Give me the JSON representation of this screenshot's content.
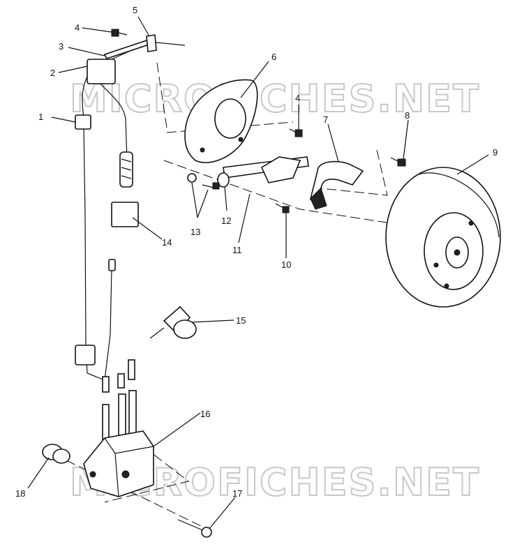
{
  "watermark": "MICROFICHES.NET",
  "callouts": [
    "1",
    "2",
    "3",
    "4",
    "5",
    "6",
    "4",
    "7",
    "8",
    "9",
    "10",
    "11",
    "12",
    "13",
    "14",
    "15",
    "16",
    "17",
    "18"
  ]
}
